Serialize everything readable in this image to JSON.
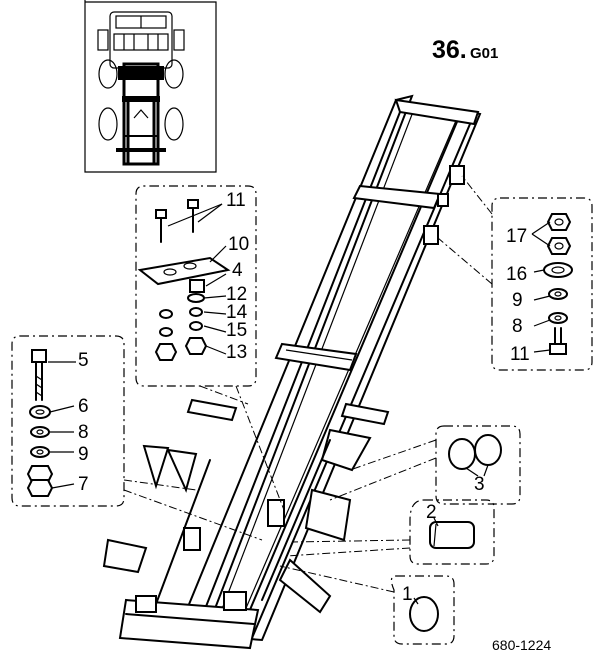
{
  "header": {
    "section_number": "36.",
    "section_suffix": "G01"
  },
  "footer": {
    "drawing_id": "680-1224"
  },
  "callouts": {
    "c1": "1",
    "c2": "2",
    "c3": "3",
    "c4": "4",
    "c5": "5",
    "c6": "6",
    "c7": "7",
    "c8_left": "8",
    "c8_right": "8",
    "c9_left": "9",
    "c9_right": "9",
    "c10": "10",
    "c11_top": "11",
    "c11_right": "11",
    "c12": "12",
    "c13": "13",
    "c14": "14",
    "c15": "15",
    "c16": "16",
    "c17": "17"
  }
}
